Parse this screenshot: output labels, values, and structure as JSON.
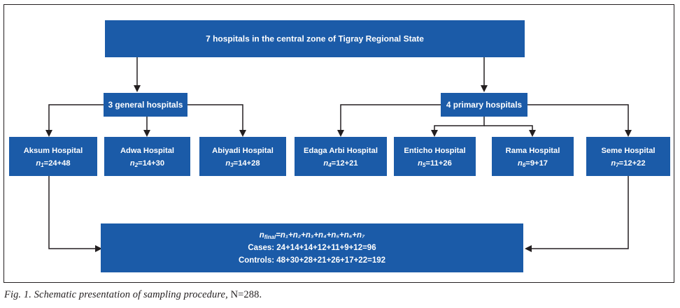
{
  "figure": {
    "caption_italic": "Fig. 1. Schematic presentation of sampling procedure,",
    "caption_upright": "N=288.",
    "box_color": "#1b5ba8",
    "line_color": "#231f20",
    "text_color": "#ffffff"
  },
  "root": {
    "label": "7 hospitals in the central zone of Tigray Regional State"
  },
  "tiers": [
    {
      "id": "general",
      "label": "3 general hospitals"
    },
    {
      "id": "primary",
      "label": "4 primary hospitals"
    }
  ],
  "hospitals": [
    {
      "name": "Aksum Hospital",
      "var": "n",
      "sub": "1",
      "value": "=24+48",
      "cases": 24,
      "controls": 48
    },
    {
      "name": "Adwa Hospital",
      "var": "n",
      "sub": "2",
      "value": "=14+30",
      "cases": 14,
      "controls": 30
    },
    {
      "name": "Abiyadi Hospital",
      "var": "n",
      "sub": "3",
      "value": "=14+28",
      "cases": 14,
      "controls": 28
    },
    {
      "name": "Edaga Arbi Hospital",
      "var": "n",
      "sub": "4",
      "value": "=12+21",
      "cases": 12,
      "controls": 21
    },
    {
      "name": "Enticho Hospital",
      "var": "n",
      "sub": "5",
      "value": "=11+26",
      "cases": 11,
      "controls": 26
    },
    {
      "name": "Rama Hospital",
      "var": "n",
      "sub": "6",
      "value": "=9+17",
      "cases": 9,
      "controls": 17
    },
    {
      "name": "Seme Hospital",
      "var": "n",
      "sub": "7",
      "value": "=12+22",
      "cases": 12,
      "controls": 22
    }
  ],
  "summary": {
    "formula_var": "n",
    "formula_sub": "final",
    "formula_rest": "=n₁+n₂+n₃+n₄+n₅+n₆+n₇",
    "cases_line": "Cases: 24+14+14+12+11+9+12=96",
    "controls_line": "Controls: 48+30+28+21+26+17+22=192",
    "total_cases": 96,
    "total_controls": 192
  }
}
